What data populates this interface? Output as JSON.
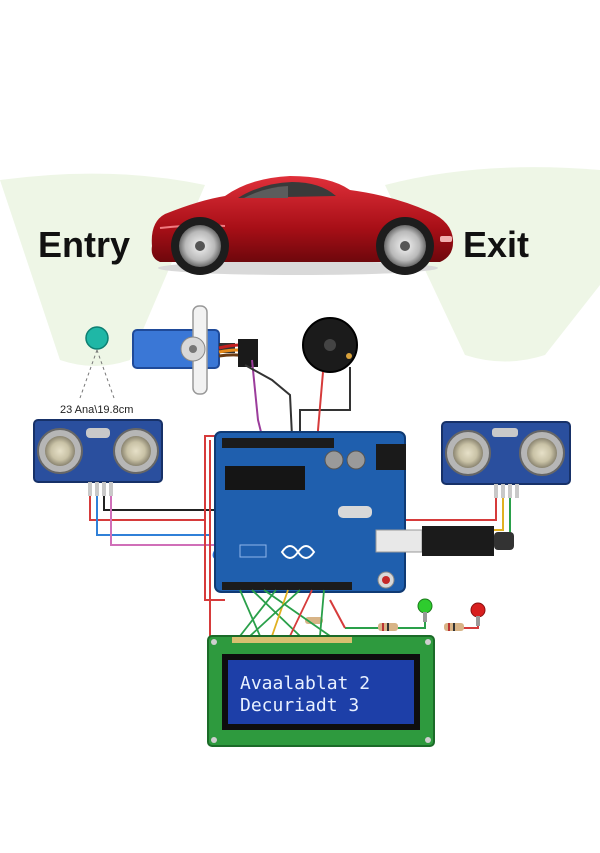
{
  "labels": {
    "entry": "Entry",
    "exit": "Exit",
    "sensor_caption": "23 Ana\\19.8cm"
  },
  "lcd": {
    "line1": "Avaalablat 2",
    "line2": "Decuriadt 3"
  },
  "colors": {
    "car": "#b3121a",
    "board": "#1f5fae",
    "sensor": "#2a4f9e",
    "lcd_pcb": "#2e9a3e",
    "lcd_screen": "#1d3fa8",
    "zone": "#eef6e6",
    "led_green": "#2ecc2e",
    "led_red": "#d81f1f",
    "led_blue": "#1fb7a6"
  }
}
